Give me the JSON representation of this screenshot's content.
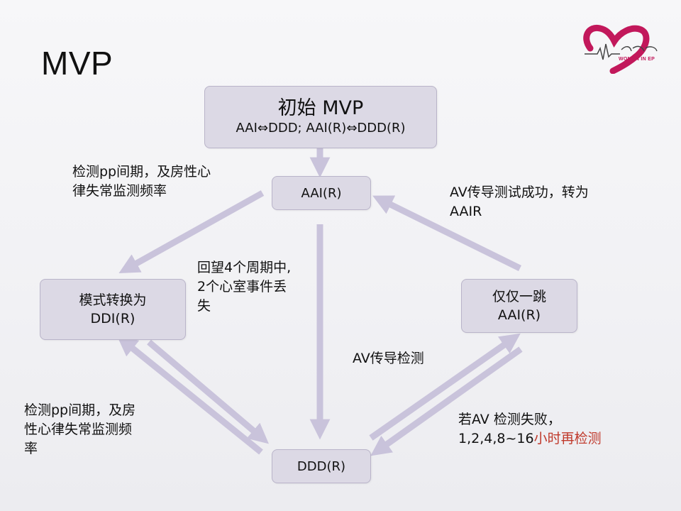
{
  "title": "MVP",
  "logo": {
    "caption": "WOMEN IN EP",
    "accent": "#c2185b"
  },
  "nodes": {
    "initial": {
      "line1": "初始 MVP",
      "line2": "AAI⇔DDD; AAI(R)⇔DDD(R)"
    },
    "aair": {
      "label": "AAI(R)"
    },
    "ddi": {
      "line1": "模式转换为",
      "line2": "DDI(R)"
    },
    "single": {
      "line1": "仅仅一跳",
      "line2": "AAI(R)"
    },
    "ddd": {
      "label": "DDD(R)"
    }
  },
  "labels": {
    "top_left": {
      "line1": "检测pp间期，及房性心",
      "line2": "律失常监测频率"
    },
    "top_right": {
      "line1": "AV传导测试成功，转为",
      "line2": "AAIR"
    },
    "middle": {
      "line1": "回望4个周期中,",
      "line2": "2个心室事件丢",
      "line3": "失"
    },
    "av_test": {
      "text": "AV传导检测"
    },
    "bottom_left": {
      "line1": "检测pp间期，及房",
      "line2": "性心律失常监测频",
      "line3": "率"
    },
    "bottom_right": {
      "line1": "若AV 检测失败，",
      "line2_part1": "1,2,4,8~16",
      "line2_part2": "小时再检测"
    }
  },
  "colors": {
    "box_fill": "#dcd9e5",
    "arrow": "#c9c3db",
    "highlight_text": "#c0392b"
  }
}
